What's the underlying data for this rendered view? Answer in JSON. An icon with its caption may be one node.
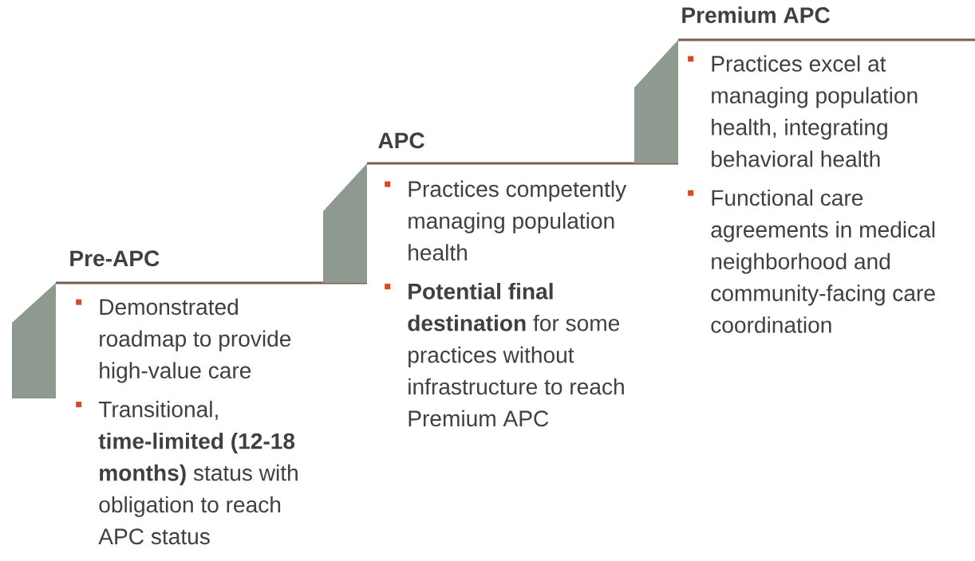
{
  "diagram": {
    "nodes": [
      {
        "text": [
          "Pre-APC",
          "Demonstrated roadmap to provide high-value care",
          "Transitional, **time-limited (12-18 months)** status with obligation to reach APC status"
        ]
      },
      {
        "text": [
          "APC",
          "Practices competently managing population health",
          "**Potential final destination** for some practices without infrastructure to reach Premium APC"
        ]
      },
      {
        "text": [
          "Premium APC",
          "Practices excel at managing population health, integrating behavioral health",
          "Functional care agreements in medical neighborhood and community-facing care coordination"
        ]
      }
    ]
  }
}
